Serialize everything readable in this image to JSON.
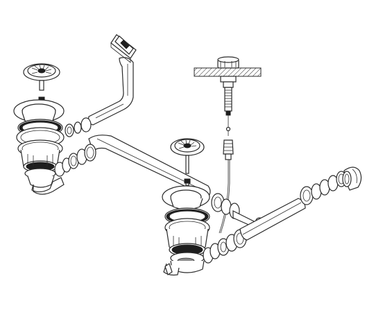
{
  "diagram": {
    "type": "exploded-assembly",
    "background": "#ffffff",
    "line_color": "#2a2a2a",
    "parts": [
      "left-strainer-basket",
      "left-drain-body",
      "right-strainer-basket",
      "right-drain-body",
      "overflow-pipe",
      "overflow-outlet-head",
      "connecting-pipe",
      "remote-control-knob",
      "control-cable",
      "outlet-pipe",
      "waste-elbow"
    ]
  }
}
